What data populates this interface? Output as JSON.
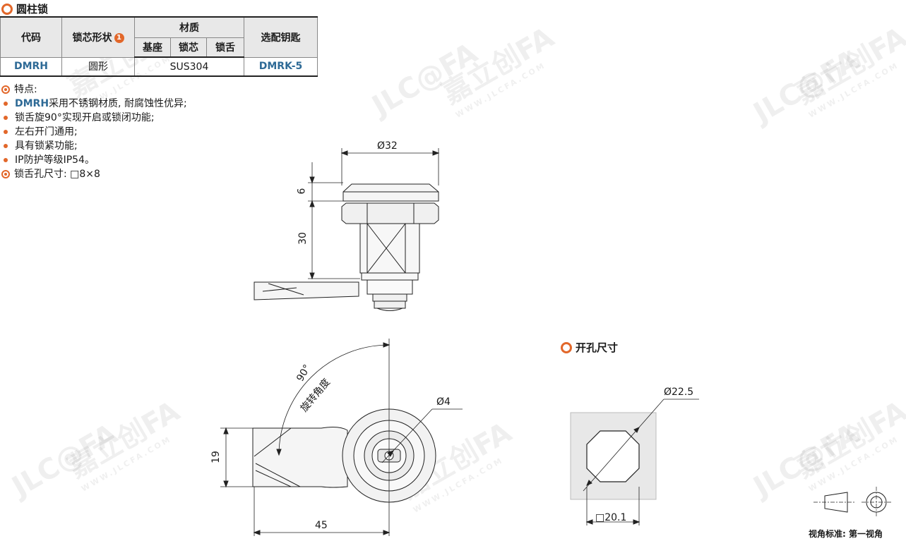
{
  "section_title": "圆柱锁",
  "table": {
    "col_code": "代码",
    "col_shape": "锁芯形状",
    "col_shape_badge": "1",
    "col_material": "材质",
    "col_base": "基座",
    "col_core": "锁芯",
    "col_tongue": "锁舌",
    "col_key": "选配钥匙",
    "row": {
      "code": "DMRH",
      "shape": "圆形",
      "material": "SUS304",
      "key": "DMRK-5"
    }
  },
  "features": {
    "heading": "特点:",
    "items": [
      {
        "bold": "DMRH",
        "text": "采用不锈钢材质, 耐腐蚀性优异;"
      },
      {
        "bold": "",
        "text": "锁舌旋90°实现开启或锁闭功能;"
      },
      {
        "bold": "",
        "text": "左右开门通用;"
      },
      {
        "bold": "",
        "text": "具有锁紧功能;"
      },
      {
        "bold": "",
        "text": "IP防护等级IP54。"
      }
    ],
    "hole_size": "锁舌孔尺寸: □8×8"
  },
  "drawing": {
    "d32": "Ø32",
    "d6": "6",
    "d30": "30",
    "angle": "90°",
    "angle_label": "旋转角度",
    "d4": "Ø4",
    "d19": "19",
    "d45": "45",
    "cutout_title": "开孔尺寸",
    "d22_5": "Ø22.5",
    "sq20_1": "□20.1"
  },
  "footer": "视角标准: 第一视角",
  "watermark": {
    "brand": "嘉立创FA",
    "url": "WWW.JLCFA.COM",
    "logo": "JLC@FA"
  },
  "colors": {
    "accent": "#e2672a",
    "code_blue": "#2e6a96"
  }
}
